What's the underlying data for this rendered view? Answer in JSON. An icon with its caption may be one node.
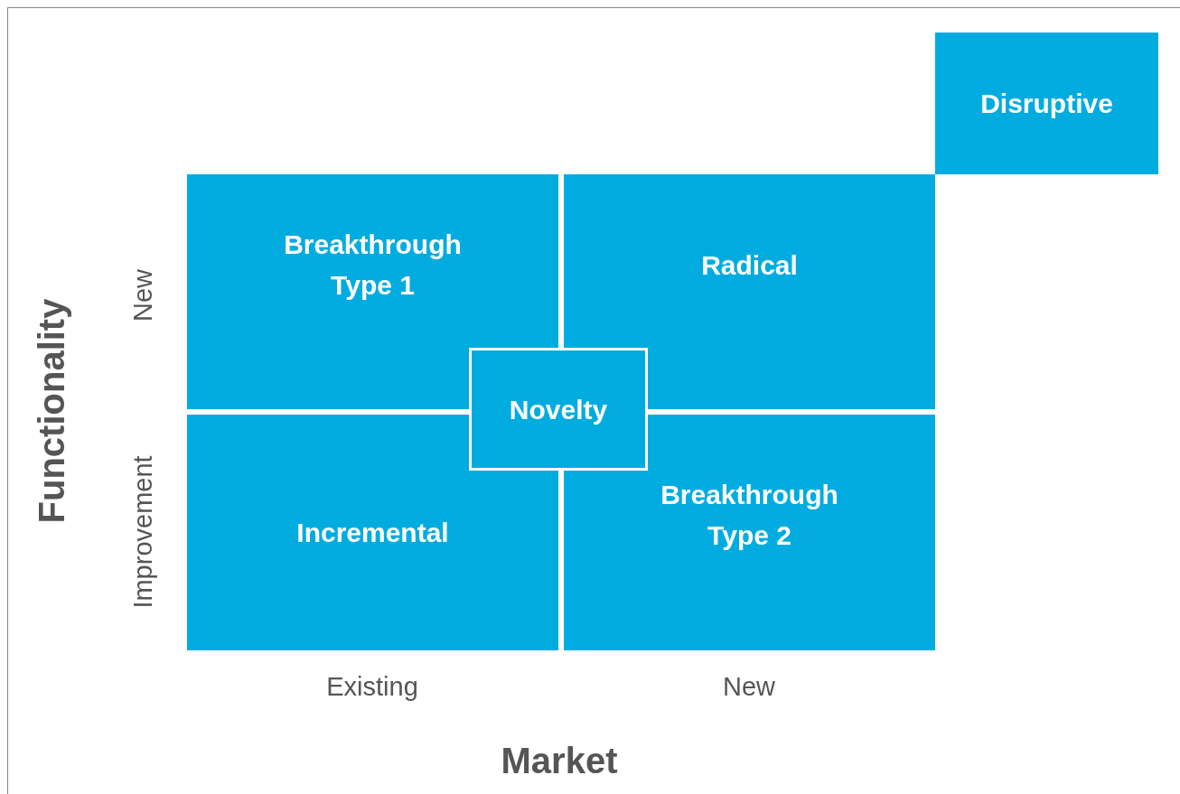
{
  "diagram": {
    "nodes": [
      {
        "text": [
          "Disruptive"
        ]
      },
      {
        "text": [
          "Breakthrough Type 1"
        ]
      },
      {
        "text": [
          "Radical"
        ]
      },
      {
        "text": [
          "Novelty"
        ]
      },
      {
        "text": [
          "Incremental"
        ]
      },
      {
        "text": [
          "Breakthrough Type 2"
        ]
      }
    ],
    "labels": [
      "Functionality",
      "New",
      "Improvement",
      "Existing",
      "New",
      "Market"
    ]
  }
}
